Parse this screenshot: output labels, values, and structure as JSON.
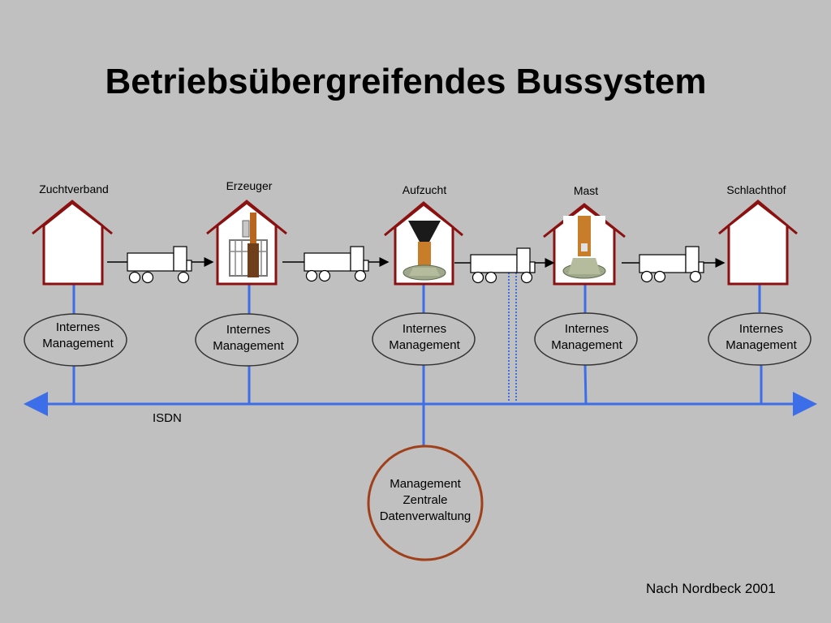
{
  "title": "Betriebsübergreifendes Bussystem",
  "stations": [
    {
      "label": "Zuchtverband",
      "management": [
        "Internes",
        "Management"
      ],
      "picture": "none"
    },
    {
      "label": "Erzeuger",
      "management": [
        "Internes",
        "Management"
      ],
      "picture": "pen-with-feeder"
    },
    {
      "label": "Aufzucht",
      "management": [
        "Internes",
        "Management"
      ],
      "picture": "funnel-feeder"
    },
    {
      "label": "Mast",
      "management": [
        "Internes",
        "Management"
      ],
      "picture": "tube-feeder"
    },
    {
      "label": "Schlachthof",
      "management": [
        "Internes",
        "Management"
      ],
      "picture": "none"
    }
  ],
  "transport_icon": "truck-icon",
  "bus_label": "ISDN",
  "central": [
    "Management",
    "Zentrale",
    "Datenverwaltung"
  ],
  "source": "Nach Nordbeck 2001",
  "colors": {
    "background": "#c0c0c0",
    "house": "#8b1010",
    "bus": "#3b6ee8",
    "central_circle": "#a0401a",
    "ellipse_stroke": "#333333"
  }
}
